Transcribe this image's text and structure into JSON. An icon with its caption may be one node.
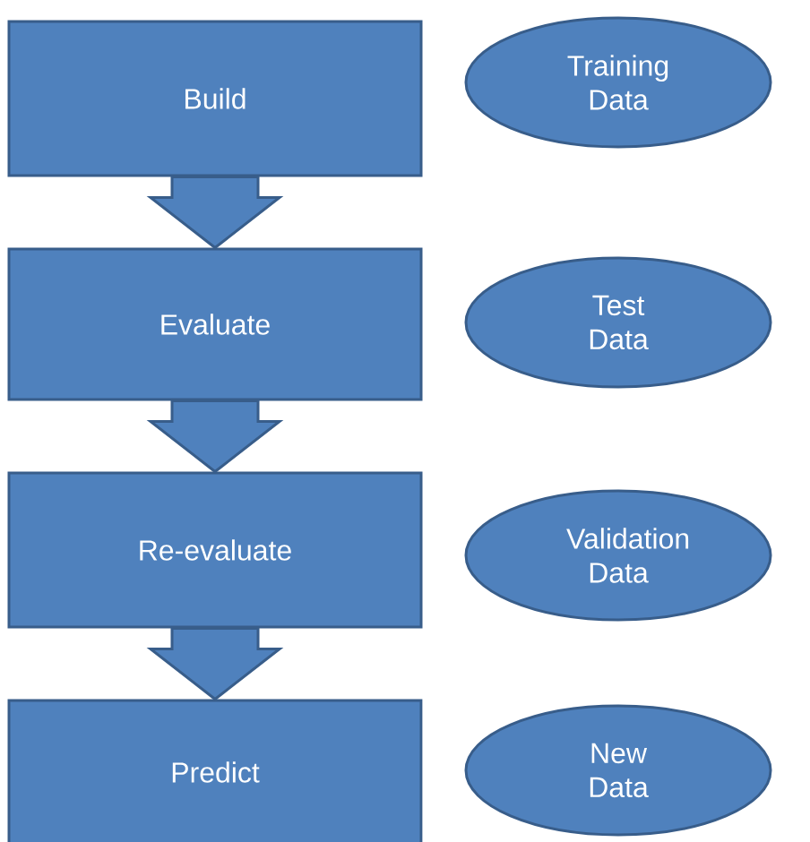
{
  "diagram": {
    "nodes": [
      {
        "text": [
          "Build"
        ]
      },
      {
        "text": [
          "Training Data"
        ]
      },
      {
        "text": [
          "Evaluate"
        ]
      },
      {
        "text": [
          "Test Data"
        ]
      },
      {
        "text": [
          "Re-evaluate"
        ]
      },
      {
        "text": [
          "Validation Data"
        ]
      },
      {
        "text": [
          "Predict"
        ]
      },
      {
        "text": [
          "New Data"
        ]
      }
    ],
    "edges": [
      {
        "from": 0,
        "to": 2,
        "arrow": "to"
      },
      {
        "from": 2,
        "to": 4,
        "arrow": "to"
      },
      {
        "from": 4,
        "to": 6,
        "arrow": "to"
      }
    ]
  }
}
